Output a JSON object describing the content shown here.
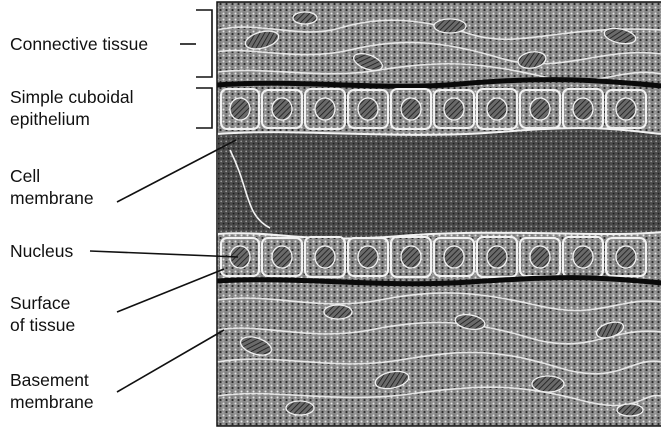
{
  "labels": {
    "connective_tissue": "Connective tissue",
    "simple_cuboidal_line1": "Simple cuboidal",
    "simple_cuboidal_line2": "epithelium",
    "cell_line1": "Cell",
    "cell_line2": "membrane",
    "nucleus": "Nucleus",
    "surface_line1": "Surface",
    "surface_line2": "of tissue",
    "basement_line1": "Basement",
    "basement_line2": "membrane"
  },
  "colors": {
    "ink": "#111111",
    "micrograph_bg": "#8d8d8d",
    "dense_tissue": "#4a4a4a",
    "cell_outline": "#f2f2f2",
    "nucleus_fill": "#3a3a3a",
    "membrane_dark": "#0a0a0a"
  }
}
